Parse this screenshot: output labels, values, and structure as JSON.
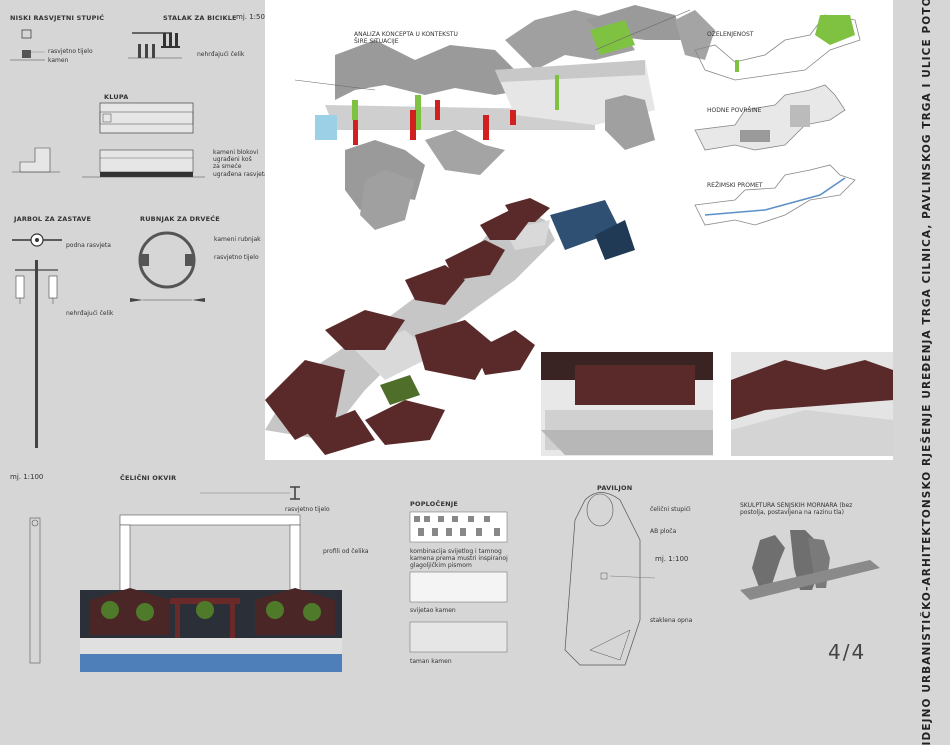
{
  "sheet": {
    "title": "IDEJNO URBANISTIČKO-ARHITEKTONSKO RJEŠENJE UREĐENJA TRGA CILNICA, PAVLINSKOG TRGA I ULICE POTOK U SENJU",
    "page": "4/4"
  },
  "scales": {
    "top": "mj. 1:50",
    "bottom": "mj. 1:100",
    "pavilion": "mj. 1:100"
  },
  "lamp": {
    "title": "NISKI RASVJETNI STUPIĆ",
    "labels": [
      "rasvjetno tijelo",
      "kamen"
    ]
  },
  "bike": {
    "title": "STALAK ZA BICIKLE",
    "labels": [
      "nehrđajući čelik"
    ]
  },
  "bench": {
    "title": "KLUPA",
    "labels": [
      "kameni blokovi",
      "ugrađeni koš",
      "za smeće",
      "ugrađena rasvjeta"
    ]
  },
  "flagpole": {
    "title": "JARBOL ZA ZASTAVE",
    "labels": [
      "podna rasvjeta",
      "nehrđajući čelik"
    ]
  },
  "tree_edge": {
    "title": "RUBNJAK ZA DRVEĆE",
    "labels": [
      "kameni rubnjak",
      "rasvjetno tijelo"
    ]
  },
  "site": {
    "title_line1": "ANALIZA KONCEPTA U KONTEKSTU",
    "title_line2": "ŠIRE SITUACIJE"
  },
  "diagrams": {
    "green": "OZELENJENOST",
    "walk": "HODNE POVRŠINE",
    "traffic": "REŽIMSKI PROMET"
  },
  "frame": {
    "title": "ČELIČNI OKVIR",
    "labels": [
      "rasvjetno tijelo",
      "profili od čelika"
    ]
  },
  "paving": {
    "title": "POPLOČENJE",
    "desc_line1": "kombinacija svijetlog i tamnog",
    "desc_line2": "kamena prema mustri inspiranoj",
    "desc_line3": "glagoljičkim pismom",
    "light": "svijetao kamen",
    "dark": "taman kamen"
  },
  "pavilion": {
    "title": "PAVILJON",
    "labels": [
      "čelični stupići",
      "AB ploča",
      "staklena opna"
    ]
  },
  "sculpture": {
    "title_line1": "SKULPTURA SENJSKIH MORNARA (bez",
    "title_line2": "postolja, postavljena na razinu tla)"
  },
  "colors": {
    "building": "#5a2a2a",
    "green": "#7fc241",
    "red": "#d0201f",
    "water": "#5b8fc7"
  }
}
